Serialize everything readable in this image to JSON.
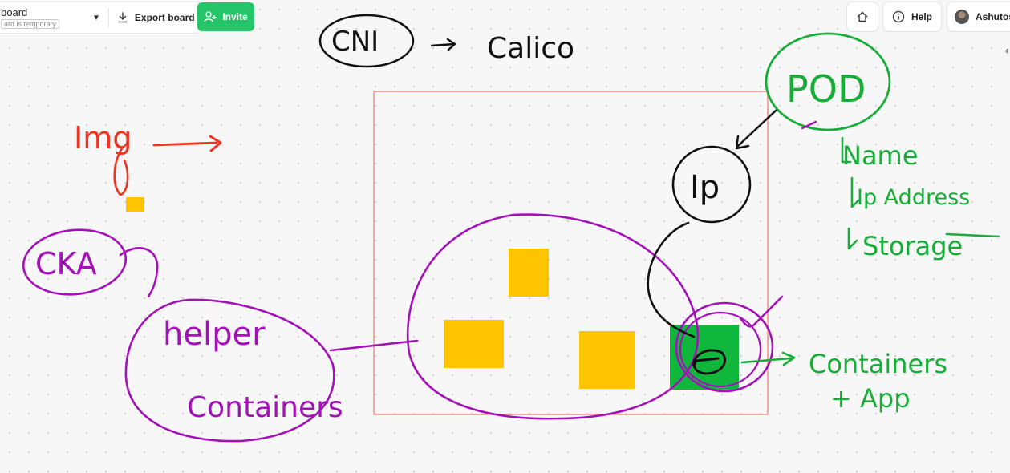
{
  "toolbar": {
    "board_name": "board",
    "board_status": "ard is temporary",
    "export_label": "Export board",
    "invite_label": "Invite"
  },
  "header_right": {
    "help_label": "Help",
    "user_name": "Ashutosh"
  },
  "sketch": {
    "cni": "CNI",
    "calico": "Calico",
    "img": "Img",
    "cka": "CKA",
    "helper": "helper",
    "containers": "Containers",
    "pod": "POD",
    "ip": "Ip",
    "name": "Name",
    "ip_address": "Ip Address",
    "storage": "Storage",
    "containers_app_line1": "Containers",
    "containers_app_line2": "+ App",
    "arrow_right": "→"
  },
  "icons": {
    "home": "home-icon",
    "help": "info-icon",
    "export": "download-icon",
    "invite": "add-user-icon",
    "chevron": "chevron-down-icon",
    "collapse": "chevron-left-icon"
  },
  "colors": {
    "invite_green": "#26c56a",
    "ink_red": "#f0331f",
    "ink_purple": "#a411b8",
    "ink_green": "#17ad38",
    "ink_black": "#111111",
    "shape_yellow": "#ffc400",
    "shape_green": "#0fb83c",
    "frame_red": "#f2938a"
  }
}
